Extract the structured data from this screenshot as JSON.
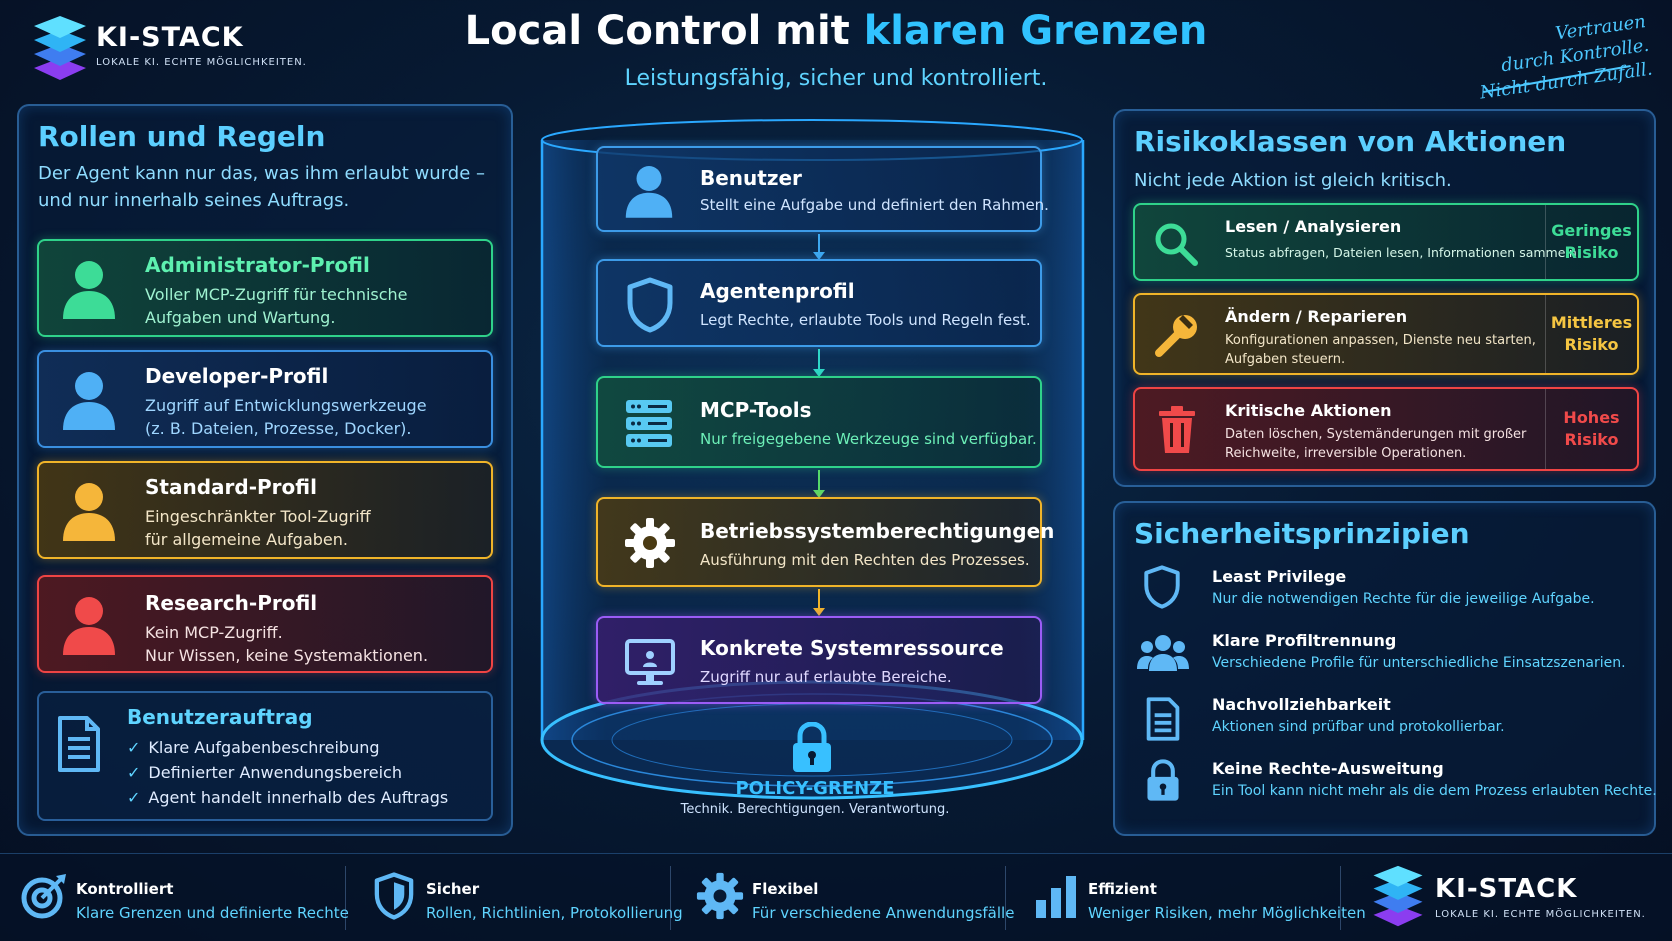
{
  "header": {
    "brand": "KI-STACK",
    "tagline": "LOKALE KI. ECHTE MÖGLICHKEITEN.",
    "title_main": "Local Control mit ",
    "title_accent": "klaren Grenzen",
    "subtitle": "Leistungsfähig, sicher und kontrolliert.",
    "slogan_1": "Vertrauen",
    "slogan_2": "durch Kontrolle.",
    "slogan_3": "Nicht durch Zufall."
  },
  "roles": {
    "title": "Rollen und Regeln",
    "sub_1": "Der Agent kann nur das, was ihm erlaubt wurde –",
    "sub_2": "und nur innerhalb seines Auftrags.",
    "profiles": [
      {
        "name": "Administrator-Profil",
        "line1": "Voller MCP-Zugriff für technische",
        "line2": "Aufgaben und Wartung.",
        "color": "#2fd28a"
      },
      {
        "name": "Developer-Profil",
        "line1": "Zugriff auf Entwicklungswerkzeuge",
        "line2": "(z. B. Dateien, Prozesse, Docker).",
        "color": "#3a8fe0"
      },
      {
        "name": "Standard-Profil",
        "line1": "Eingeschränkter Tool-Zugriff",
        "line2": "für allgemeine Aufgaben.",
        "color": "#f0b429"
      },
      {
        "name": "Research-Profil",
        "line1": "Kein MCP-Zugriff.",
        "line2": "Nur Wissen, keine Systemaktionen.",
        "color": "#ef4444"
      }
    ],
    "order": {
      "title": "Benutzerauftrag",
      "items": [
        "Klare Aufgabenbeschreibung",
        "Definierter Anwendungsbereich",
        "Agent handelt innerhalb des Auftrags"
      ]
    }
  },
  "flow": {
    "steps": [
      {
        "title": "Benutzer",
        "desc": "Stellt eine Aufgabe und definiert den Rahmen."
      },
      {
        "title": "Agentenprofil",
        "desc": "Legt Rechte, erlaubte Tools und Regeln fest."
      },
      {
        "title": "MCP-Tools",
        "desc": "Nur freigegebene Werkzeuge sind verfügbar."
      },
      {
        "title": "Betriebssystemberechtigungen",
        "desc": "Ausführung mit den Rechten des Prozesses."
      },
      {
        "title": "Konkrete Systemressource",
        "desc": "Zugriff nur auf erlaubte Bereiche."
      }
    ],
    "policy_title": "POLICY-GRENZE",
    "policy_desc": "Technik. Berechtigungen. Verantwortung."
  },
  "risk": {
    "title": "Risikoklassen von Aktionen",
    "sub": "Nicht jede Aktion ist gleich kritisch.",
    "items": [
      {
        "title": "Lesen / Analysieren",
        "line1": "Status abfragen, Dateien lesen, Informationen sammeln.",
        "line2": "",
        "level_1": "Geringes",
        "level_2": "Risiko",
        "color": "#2fd28a"
      },
      {
        "title": "Ändern / Reparieren",
        "line1": "Konfigurationen anpassen, Dienste neu starten,",
        "line2": "Aufgaben steuern.",
        "level_1": "Mittleres",
        "level_2": "Risiko",
        "color": "#f0b429"
      },
      {
        "title": "Kritische Aktionen",
        "line1": "Daten löschen, Systemänderungen mit großer",
        "line2": "Reichweite, irreversible Operationen.",
        "level_1": "Hohes",
        "level_2": "Risiko",
        "color": "#ef4444"
      }
    ]
  },
  "principles": {
    "title": "Sicherheitsprinzipien",
    "items": [
      {
        "title": "Least Privilege",
        "desc": "Nur die notwendigen Rechte für die jeweilige Aufgabe."
      },
      {
        "title": "Klare Profiltrennung",
        "desc": "Verschiedene Profile für unterschiedliche Einsatzszenarien."
      },
      {
        "title": "Nachvollziehbarkeit",
        "desc": "Aktionen sind prüfbar und protokollierbar."
      },
      {
        "title": "Keine Rechte-Ausweitung",
        "desc": "Ein Tool kann nicht mehr als die dem Prozess erlaubten Rechte."
      }
    ]
  },
  "footer": {
    "items": [
      {
        "title": "Kontrolliert",
        "desc": "Klare Grenzen und definierte Rechte"
      },
      {
        "title": "Sicher",
        "desc": "Rollen, Richtlinien, Protokollierung"
      },
      {
        "title": "Flexibel",
        "desc": "Für verschiedene Anwendungsfälle"
      },
      {
        "title": "Effizient",
        "desc": "Weniger Risiken, mehr Möglichkeiten"
      }
    ],
    "brand": "KI-STACK",
    "tagline": "LOKALE KI. ECHTE MÖGLICHKEITEN."
  }
}
